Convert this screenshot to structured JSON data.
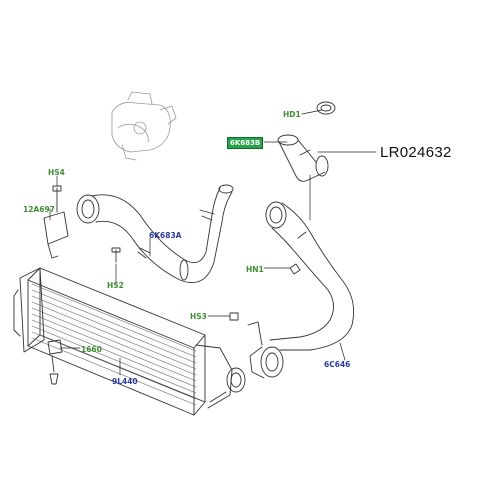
{
  "part_number": "LR024632",
  "callouts": {
    "hd1": "HD1",
    "k6k683_highlight": "6K683B",
    "hs4": "HS4",
    "a12697": "12A697",
    "k6k683a": "6K683A",
    "hs2": "HS2",
    "hn1": "HN1",
    "hs3": "HS3",
    "c1660": "1660",
    "l9l440": "9L440",
    "c6c646": "6C646"
  },
  "colors": {
    "callout_green": "#3f8f33",
    "callout_blue": "#2b3a9c",
    "highlight": "#27a34a"
  }
}
